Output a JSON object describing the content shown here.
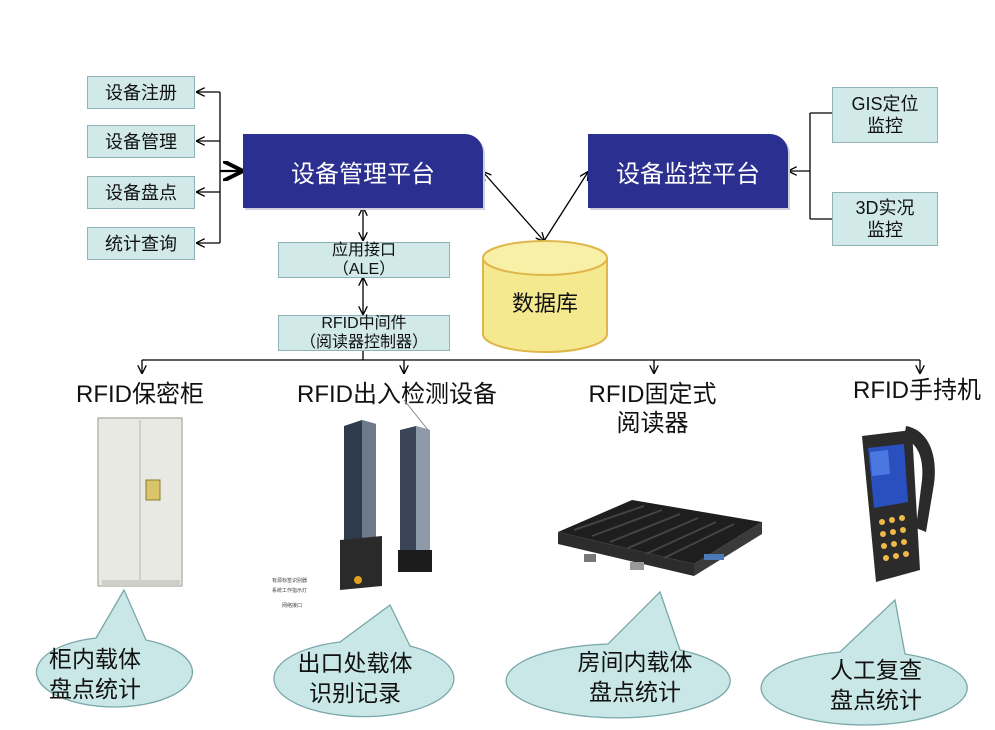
{
  "left_functions": [
    "设备注册",
    "设备管理",
    "设备盘点",
    "统计查询"
  ],
  "platforms": {
    "management": "设备管理平台",
    "monitoring": "设备监控平台"
  },
  "right_functions": [
    {
      "line1": "GIS定位",
      "line2": "监控"
    },
    {
      "line1": "3D实况",
      "line2": "监控"
    }
  ],
  "interface": {
    "line1": "应用接口",
    "line2": "（ALE）"
  },
  "middleware": {
    "line1": "RFID中间件",
    "line2": "（阅读器控制器）"
  },
  "database": "数据库",
  "devices": [
    {
      "title_line1": "RFID保密柜",
      "title_line2": ""
    },
    {
      "title_line1": "RFID出入检测设备",
      "title_line2": ""
    },
    {
      "title_line1": "RFID固定式",
      "title_line2": "阅读器"
    },
    {
      "title_line1": "RFID手持机",
      "title_line2": ""
    }
  ],
  "callouts": [
    {
      "line1": "柜内载体",
      "line2": "盘点统计"
    },
    {
      "line1": "出口处载体",
      "line2": "识别记录"
    },
    {
      "line1": "房间内载体",
      "line2": "盘点统计"
    },
    {
      "line1": "人工复查",
      "line2": "盘点统计"
    }
  ],
  "colors": {
    "platform_fill": "#2b2f8f",
    "box_fill": "#d2e9ea",
    "callout_fill": "#c9e7e6",
    "database_fill": "#f5e98f",
    "database_border": "#e0b64a"
  }
}
